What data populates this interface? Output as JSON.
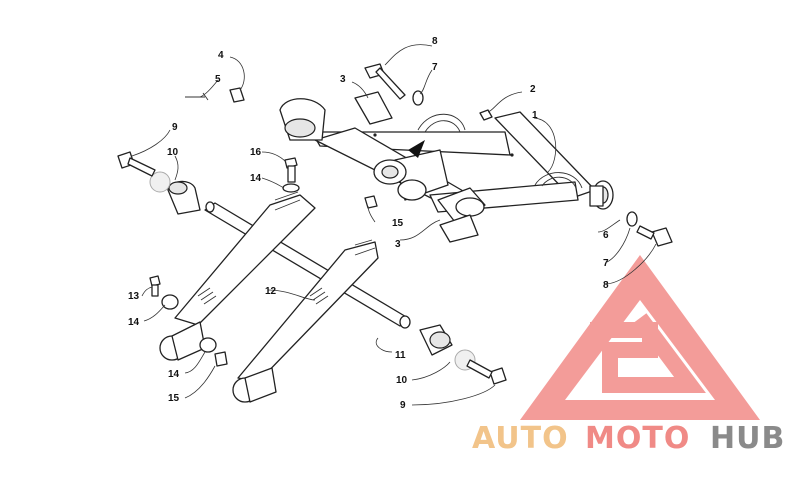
{
  "diagram": {
    "callouts": [
      {
        "id": "c1",
        "text": "1"
      },
      {
        "id": "c2",
        "text": "2"
      },
      {
        "id": "c3a",
        "text": "3"
      },
      {
        "id": "c3b",
        "text": "3"
      },
      {
        "id": "c4",
        "text": "4"
      },
      {
        "id": "c5",
        "text": "5"
      },
      {
        "id": "c6",
        "text": "6"
      },
      {
        "id": "c7a",
        "text": "7"
      },
      {
        "id": "c7b",
        "text": "7"
      },
      {
        "id": "c8a",
        "text": "8"
      },
      {
        "id": "c8b",
        "text": "8"
      },
      {
        "id": "c9a",
        "text": "9"
      },
      {
        "id": "c9b",
        "text": "9"
      },
      {
        "id": "c10a",
        "text": "10"
      },
      {
        "id": "c10b",
        "text": "10"
      },
      {
        "id": "c11",
        "text": "11"
      },
      {
        "id": "c12",
        "text": "12"
      },
      {
        "id": "c13",
        "text": "13"
      },
      {
        "id": "c14a",
        "text": "14"
      },
      {
        "id": "c14b",
        "text": "14"
      },
      {
        "id": "c14c",
        "text": "14"
      },
      {
        "id": "c15a",
        "text": "15"
      },
      {
        "id": "c15b",
        "text": "15"
      },
      {
        "id": "c16",
        "text": "16"
      }
    ]
  },
  "watermark": {
    "word_auto": "AUTO",
    "word_moto": "MOTO",
    "word_hub": "HUB",
    "colors": {
      "auto": "#f2c48a",
      "moto": "#f08a86",
      "hub": "#8a8a8a",
      "logo": "#f07b78"
    }
  }
}
